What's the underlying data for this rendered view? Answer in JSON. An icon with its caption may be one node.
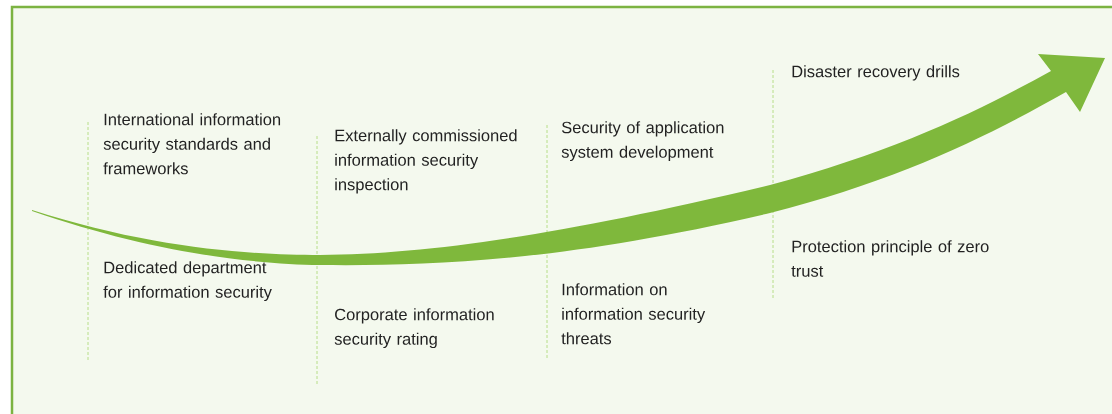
{
  "diagram": {
    "labels": [
      "International information security standards and frameworks",
      "Dedicated department for information security",
      "Externally commissioned information security inspection",
      "Corporate information security rating",
      "Security of application system development",
      "Information on information security threats",
      "Disaster recovery drills",
      "Protection principle of zero trust"
    ]
  }
}
